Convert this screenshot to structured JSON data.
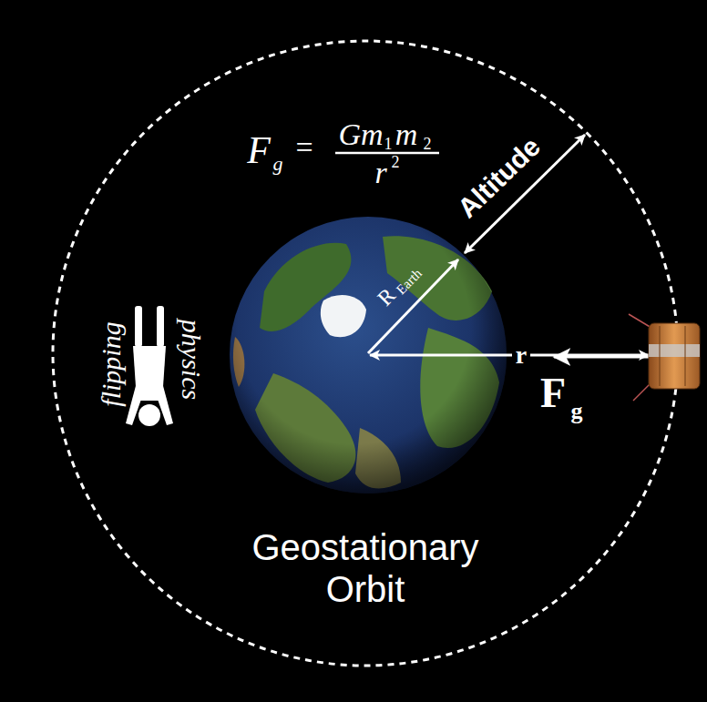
{
  "diagram": {
    "labels": [
      "F",
      "g",
      "=",
      "Gm",
      "1",
      "m",
      "2",
      "r",
      "2",
      "Altitude",
      "R",
      "Earth",
      "r",
      "F",
      "g",
      "Geostationary Orbit",
      "flipping",
      "physics"
    ]
  }
}
